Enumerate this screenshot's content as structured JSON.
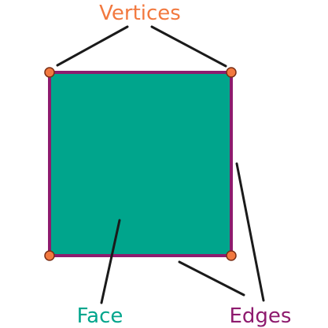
{
  "diagram": {
    "labels": {
      "vertices": "Vertices",
      "face": "Face",
      "edges": "Edges"
    },
    "colors": {
      "face_fill": "#00A58C",
      "edge_stroke": "#8E1B6E",
      "vertex_fill": "#F2793F",
      "vertex_stroke": "#7A2E15",
      "leader_line": "#1A1A1A",
      "vertices_text": "#F2793F",
      "face_text": "#00A58C",
      "edges_text": "#8E1B6E"
    }
  }
}
